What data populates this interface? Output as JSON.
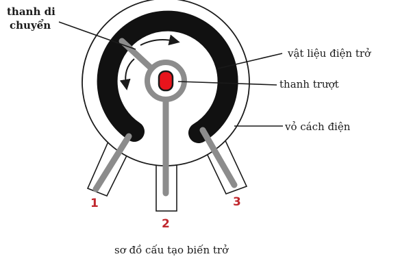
{
  "labels": {
    "wiper_arm_line1": "thanh di",
    "wiper_arm_line2": "chuyển",
    "resistive_material": "vật liệu điện trở",
    "slider": "thanh trượt",
    "insulating_shell": "vỏ cách điện"
  },
  "terminals": {
    "t1": "1",
    "t2": "2",
    "t3": "3"
  },
  "caption": "sơ đồ cấu tạo biến trở",
  "colors": {
    "resistive_track": "#111111",
    "wiper_gray": "#8c8c8c",
    "contact_red": "#e8141c",
    "terminal_number": "#c0272d",
    "outline": "#1a1a1a"
  }
}
